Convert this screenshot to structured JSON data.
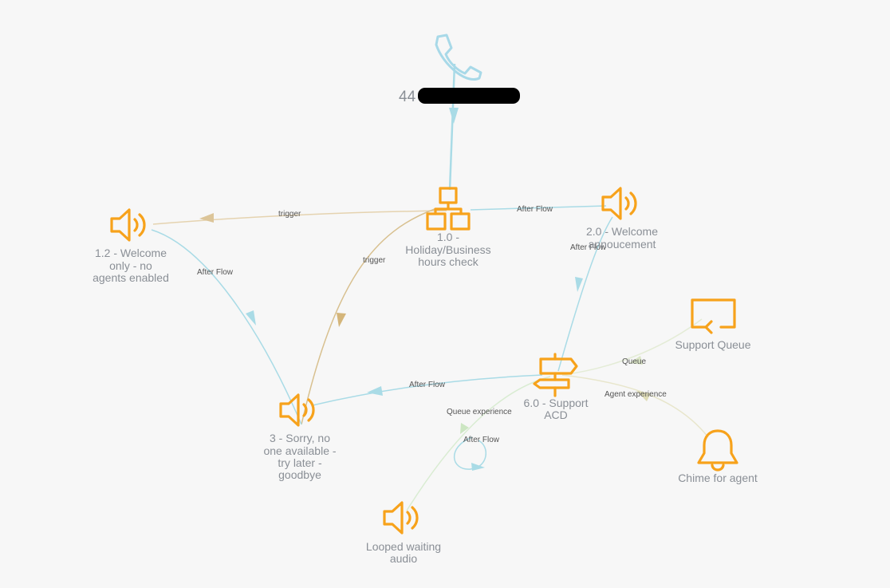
{
  "colors": {
    "background": "#f7f7f7",
    "node_icon": "#f7a21b",
    "entry_icon": "#a8d9e8",
    "edge_blue": "#a9dbe6",
    "edge_tan": "#e5d3b0",
    "edge_green": "#d9e8c6",
    "label": "#8a8f96"
  },
  "entry": {
    "icon": "phone-icon",
    "number": "44",
    "redacted": true
  },
  "nodes": {
    "holiday_check": {
      "icon": "sitemap-icon",
      "label": [
        "1.0 -",
        "Holiday/Business",
        "hours check"
      ]
    },
    "welcome_only": {
      "icon": "speaker-icon",
      "label": [
        "1.2 - Welcome",
        "only - no",
        "agents enabled"
      ]
    },
    "welcome_announcement": {
      "icon": "speaker-icon",
      "label": [
        "2.0 - Welcome",
        "annoucement"
      ]
    },
    "sorry": {
      "icon": "speaker-icon",
      "label": [
        "3 - Sorry, no",
        "one available -",
        "try later -",
        "goodbye"
      ]
    },
    "support_acd": {
      "icon": "signpost-icon",
      "label": [
        "6.0 - Support",
        "ACD"
      ]
    },
    "support_queue": {
      "icon": "queue-return-icon",
      "label": [
        "Support Queue"
      ]
    },
    "chime": {
      "icon": "bell-icon",
      "label": [
        "Chime for agent"
      ]
    },
    "looped_audio": {
      "icon": "speaker-icon",
      "label": [
        "Looped waiting",
        "audio"
      ]
    }
  },
  "edges": {
    "trigger_1": "trigger",
    "trigger_2": "trigger",
    "after_flow_1": "After Flow",
    "after_flow_2": "After Flow",
    "after_flow_3": "After Flow",
    "after_flow_4": "After Flow",
    "after_flow_5": "After Flow",
    "queue": "Queue",
    "agent_experience": "Agent experience",
    "queue_experience": "Queue experience"
  }
}
